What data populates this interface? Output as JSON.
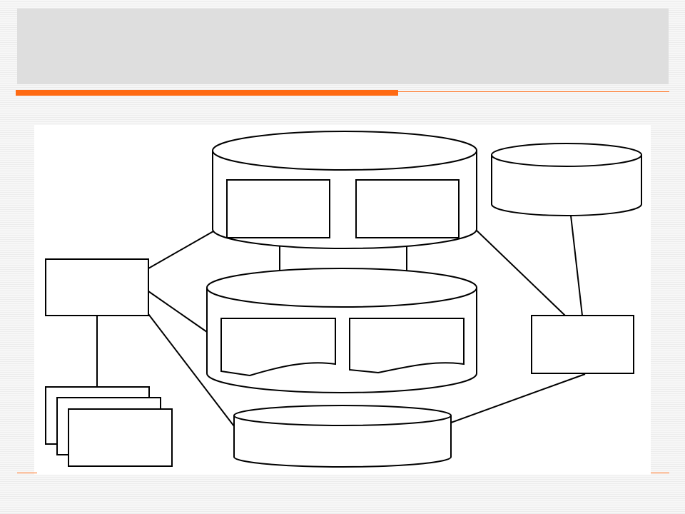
{
  "slide": {
    "title": "",
    "accent_color": "#ff6a13",
    "band_color": "#dedede"
  },
  "diagram": {
    "nodes": [
      {
        "id": "top-cylinder",
        "shape": "cylinder",
        "label": ""
      },
      {
        "id": "top-left-box",
        "shape": "rectangle",
        "label": ""
      },
      {
        "id": "top-right-box",
        "shape": "rectangle",
        "label": ""
      },
      {
        "id": "middle-cylinder",
        "shape": "cylinder",
        "label": ""
      },
      {
        "id": "middle-left-document",
        "shape": "document",
        "label": ""
      },
      {
        "id": "middle-right-document",
        "shape": "document",
        "label": ""
      },
      {
        "id": "right-cylinder",
        "shape": "cylinder",
        "label": ""
      },
      {
        "id": "left-box",
        "shape": "rectangle",
        "label": ""
      },
      {
        "id": "right-box",
        "shape": "rectangle",
        "label": ""
      },
      {
        "id": "stacked-boxes",
        "shape": "stacked-rectangles",
        "label": ""
      },
      {
        "id": "bottom-cylinder",
        "shape": "cylinder",
        "label": ""
      }
    ],
    "edges": [
      {
        "from": "left-box",
        "to": "top-left-box"
      },
      {
        "from": "left-box",
        "to": "middle-cylinder"
      },
      {
        "from": "left-box",
        "to": "bottom-cylinder"
      },
      {
        "from": "left-box",
        "to": "stacked-boxes"
      },
      {
        "from": "top-left-box",
        "to": "middle-left-document"
      },
      {
        "from": "top-right-box",
        "to": "middle-right-document"
      },
      {
        "from": "top-right-box",
        "to": "right-box"
      },
      {
        "from": "right-cylinder",
        "to": "right-box"
      },
      {
        "from": "right-box",
        "to": "bottom-cylinder"
      }
    ]
  }
}
